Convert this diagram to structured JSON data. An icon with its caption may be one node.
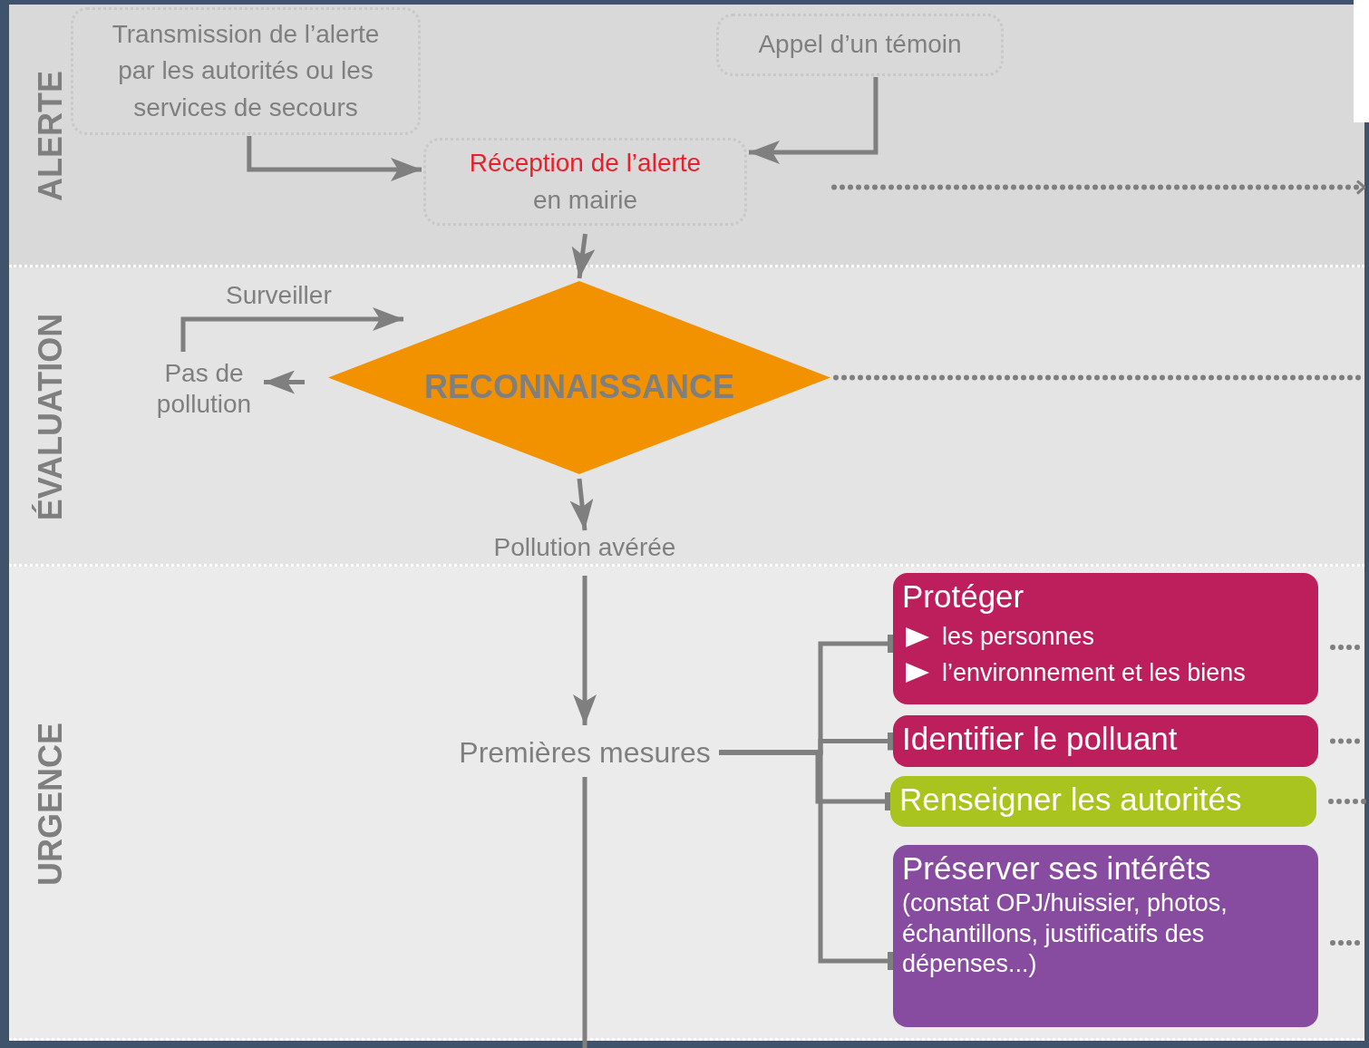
{
  "diagram": {
    "nodes": [
      {
        "text": [
          "ALERTE"
        ]
      },
      {
        "text": [
          "Transmission de l’alerte par les autorités ou les services de secours"
        ],
        "in": 0
      },
      {
        "text": [
          "Appel d’un témoin"
        ],
        "in": 0
      },
      {
        "text": [
          "Réception de l’alerte",
          "en mairie"
        ],
        "in": 0
      },
      {
        "text": [
          "ÉVALUATION"
        ]
      },
      {
        "text": [
          "RECONNAISSANCE"
        ],
        "in": 4
      },
      {
        "text": [
          "Pas de pollution"
        ],
        "in": 4
      },
      {
        "text": [
          "Pollution avérée"
        ],
        "in": 4
      },
      {
        "text": [
          "URGENCE"
        ]
      },
      {
        "text": [
          "Premières mesures"
        ],
        "in": 8
      },
      {
        "text": [
          "Protéger",
          "les personnes",
          "l’environnement et les biens"
        ],
        "in": 8
      },
      {
        "text": [
          "Identifier le polluant"
        ],
        "in": 8
      },
      {
        "text": [
          "Renseigner les autorités"
        ],
        "in": 8
      },
      {
        "text": [
          "Préserver ses intérêts",
          "(constat OPJ/huissier, photos, échantillons, justificatifs des dépenses...)"
        ],
        "in": 8
      }
    ],
    "edges": [
      {
        "from": 1,
        "to": 3,
        "arrow": "to"
      },
      {
        "from": 2,
        "to": 3,
        "arrow": "to"
      },
      {
        "from": 3,
        "to": null,
        "arrow": "to",
        "style": "dashed"
      },
      {
        "from": 3,
        "to": 5,
        "arrow": "to"
      },
      {
        "from": 5,
        "to": 6,
        "arrow": "to"
      },
      {
        "from": 6,
        "to": 5,
        "arrow": "to",
        "label": "Surveiller"
      },
      {
        "from": 5,
        "to": null,
        "arrow": "none",
        "style": "dashed"
      },
      {
        "from": 5,
        "to": 7,
        "arrow": "to"
      },
      {
        "from": 7,
        "to": 9,
        "arrow": "to"
      },
      {
        "from": 9,
        "to": null,
        "arrow": "none"
      },
      {
        "from": 9,
        "to": 10,
        "arrow": "other"
      },
      {
        "from": 9,
        "to": 11,
        "arrow": "other"
      },
      {
        "from": 9,
        "to": 12,
        "arrow": "other"
      },
      {
        "from": 9,
        "to": 13,
        "arrow": "other"
      },
      {
        "from": 10,
        "to": null,
        "arrow": "none",
        "style": "dashed"
      },
      {
        "from": 11,
        "to": null,
        "arrow": "none",
        "style": "dashed"
      },
      {
        "from": 12,
        "to": null,
        "arrow": "none",
        "style": "dashed"
      },
      {
        "from": 13,
        "to": null,
        "arrow": "none",
        "style": "dashed"
      }
    ]
  }
}
